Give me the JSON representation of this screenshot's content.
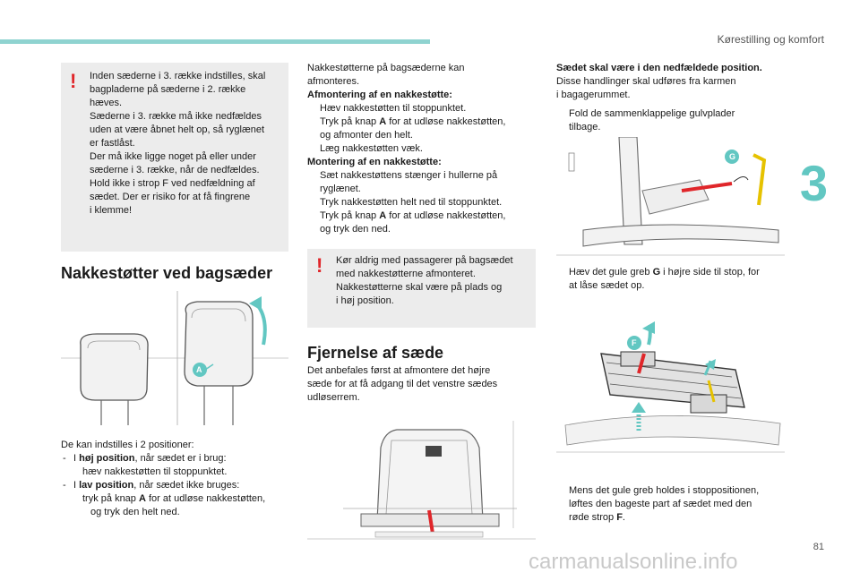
{
  "header": {
    "title": "Kørestilling og komfort",
    "chapter_number": "3",
    "page_number": "81"
  },
  "warning1": {
    "lines": [
      "Inden sæderne i 3. række indstilles, skal",
      "bagpladerne på sæderne i 2. række",
      "hæves.",
      "Sæderne i 3. række må ikke nedfældes",
      "uden at være åbnet helt op, så ryglænet",
      "er fastlåst.",
      "Der må ikke ligge noget på eller under",
      "sæderne i 3. række, når de nedfældes.",
      "Hold ikke i strop F ved nedfældning af",
      "sædet. Der er risiko for at få fingrene",
      "i klemme!"
    ]
  },
  "section1": {
    "heading": "Nakkestøtter ved bagsæder",
    "image_label_a": "A",
    "intro": "De kan indstilles i 2 positioner:",
    "item1_prefix": "I ",
    "item1_bold": "høj position",
    "item1_suffix": ", når sædet er i brug:",
    "item1_sub": "hæv nakkestøtten til stoppunktet.",
    "item2_prefix": "I ",
    "item2_bold": "lav position",
    "item2_suffix": ", når sædet ikke bruges:",
    "item2_sub_a": "tryk på knap ",
    "item2_sub_b": "A",
    "item2_sub_c": " for at udløse nakkestøtten,",
    "item2_sub_d": "og tryk den helt ned."
  },
  "col2": {
    "p1a": "Nakkestøtterne på bagsæderne kan",
    "p1b": "afmonteres.",
    "h_remove": "Afmontering af en nakkestøtte:",
    "r1": "Hæv nakkestøtten til stoppunktet.",
    "r2a": "Tryk på knap ",
    "r2b": "A",
    "r2c": " for at udløse nakkestøtten,",
    "r2d": "og afmonter den helt.",
    "r3": "Læg nakkestøtten væk.",
    "h_mount": "Montering af en nakkestøtte:",
    "m1a": "Sæt nakkestøttens stænger i hullerne på",
    "m1b": "ryglænet.",
    "m2": "Tryk nakkestøtten helt ned til stoppunktet.",
    "m3a": "Tryk på knap ",
    "m3b": "A",
    "m3c": " for at udløse nakkestøtten,",
    "m3d": "og tryk den ned.",
    "warning2": [
      "Kør aldrig med passagerer på bagsædet",
      "med nakkestøtterne afmonteret.",
      "Nakkestøtterne skal være på plads og",
      "i høj position."
    ],
    "heading2": "Fjernelse af sæde",
    "p2": [
      "Det anbefales først at afmontere det højre",
      "sæde for at få adgang til det venstre sædes",
      "udløserrem."
    ]
  },
  "col3": {
    "p1_bold": "Sædet skal være i den nedfældede position.",
    "p1b": "Disse handlinger skal udføres fra karmen",
    "p1c": "i bagagerummet.",
    "s1a": "Fold de sammenklappelige gulvplader",
    "s1b": "tilbage.",
    "img1_label": "G",
    "s2a": "Hæv det gule greb ",
    "s2b": "G",
    "s2c": " i højre side til stop, for",
    "s2d": "at låse sædet op.",
    "img2_label": "F",
    "s3a": "Mens det gule greb holdes i stoppositionen,",
    "s3b": "løftes den bageste part af sædet med den",
    "s3c": "røde strop ",
    "s3d": "F",
    "s3e": "."
  },
  "bullet_symbol": "",
  "watermark": "carmanualsonline.info",
  "colors": {
    "accent": "#62c7c2",
    "warning": "#e0262a",
    "box": "#ececec"
  }
}
